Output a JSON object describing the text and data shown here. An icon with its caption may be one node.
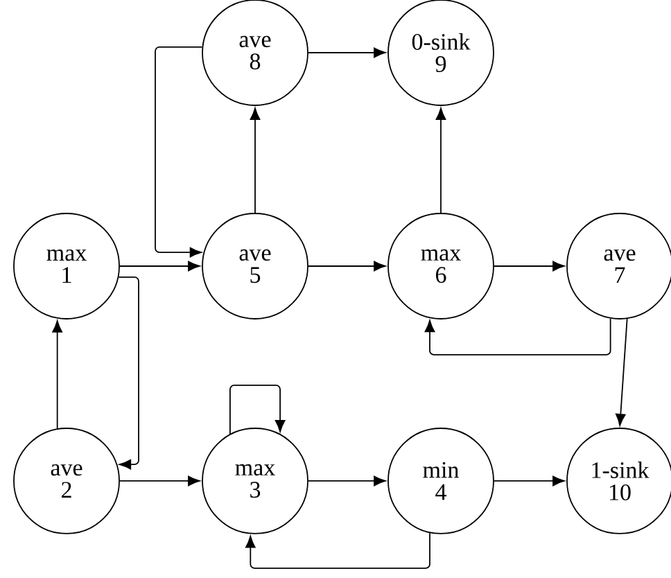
{
  "diagram": {
    "nodes": [
      {
        "text": [
          "max",
          "1"
        ]
      },
      {
        "text": [
          "ave",
          "2"
        ]
      },
      {
        "text": [
          "max",
          "3"
        ]
      },
      {
        "text": [
          "min",
          "4"
        ]
      },
      {
        "text": [
          "ave",
          "5"
        ]
      },
      {
        "text": [
          "max",
          "6"
        ]
      },
      {
        "text": [
          "ave",
          "7"
        ]
      },
      {
        "text": [
          "ave",
          "8"
        ]
      },
      {
        "text": [
          "0-sink",
          "9"
        ]
      },
      {
        "text": [
          "1-sink",
          "10"
        ]
      }
    ],
    "edges": [
      {
        "from": 0,
        "to": 4,
        "arrow": "to"
      },
      {
        "from": 0,
        "to": 1,
        "arrow": "to"
      },
      {
        "from": 1,
        "to": 0,
        "arrow": "to"
      },
      {
        "from": 1,
        "to": 2,
        "arrow": "to"
      },
      {
        "from": 2,
        "to": 2,
        "arrow": "to"
      },
      {
        "from": 2,
        "to": 3,
        "arrow": "to"
      },
      {
        "from": 3,
        "to": 2,
        "arrow": "to"
      },
      {
        "from": 3,
        "to": 9,
        "arrow": "to"
      },
      {
        "from": 4,
        "to": 7,
        "arrow": "to"
      },
      {
        "from": 7,
        "to": 4,
        "arrow": "to"
      },
      {
        "from": 4,
        "to": 5,
        "arrow": "to"
      },
      {
        "from": 5,
        "to": 8,
        "arrow": "to"
      },
      {
        "from": 5,
        "to": 6,
        "arrow": "to"
      },
      {
        "from": 6,
        "to": 5,
        "arrow": "to"
      },
      {
        "from": 6,
        "to": 9,
        "arrow": "to"
      },
      {
        "from": 7,
        "to": 8,
        "arrow": "to"
      }
    ]
  }
}
